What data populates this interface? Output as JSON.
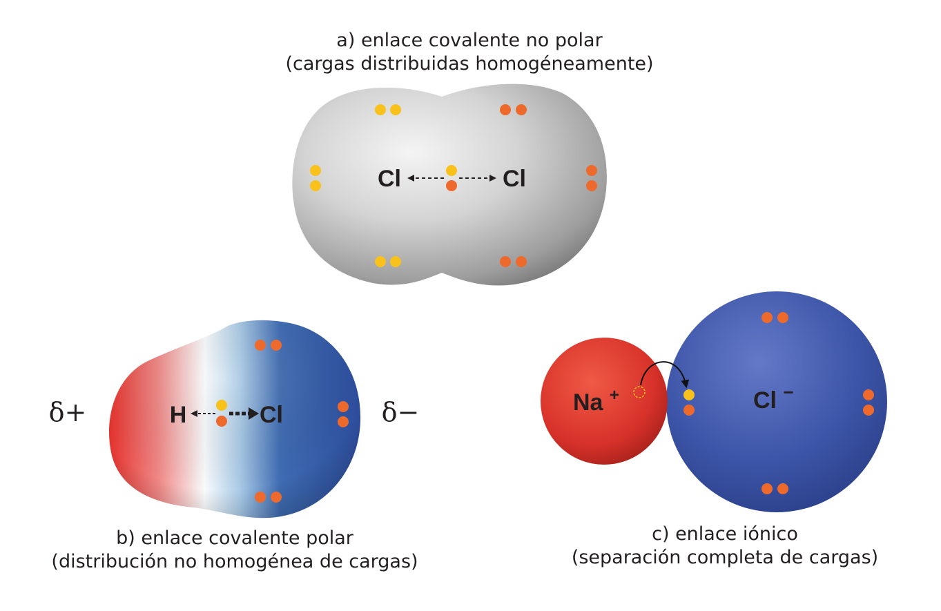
{
  "panel_a": {
    "caption_line1": "a) enlace covalente no polar",
    "caption_line2": "(cargas distribuidas homogéneamente)",
    "atom_left": "Cl",
    "atom_right": "Cl",
    "surface_color": "#c9c9c9"
  },
  "panel_b": {
    "caption_line1": "b) enlace covalente polar",
    "caption_line2": "(distribución no homogénea de cargas)",
    "atom_left": "H",
    "atom_right": "Cl",
    "delta_plus": "δ+",
    "delta_minus": "δ−",
    "positive_color": "#e23a32",
    "negative_color": "#2e4f9f"
  },
  "panel_c": {
    "caption_line1": "c) enlace iónico",
    "caption_line2": "(separación completa de cargas)",
    "cation": "Na",
    "cation_charge": "+",
    "anion": "Cl",
    "anion_charge": "−",
    "cation_color": "#d8322a",
    "anion_color": "#3d55a8"
  },
  "electron_colors": {
    "yellow": "#f8c11c",
    "orange": "#ee6a2c"
  }
}
